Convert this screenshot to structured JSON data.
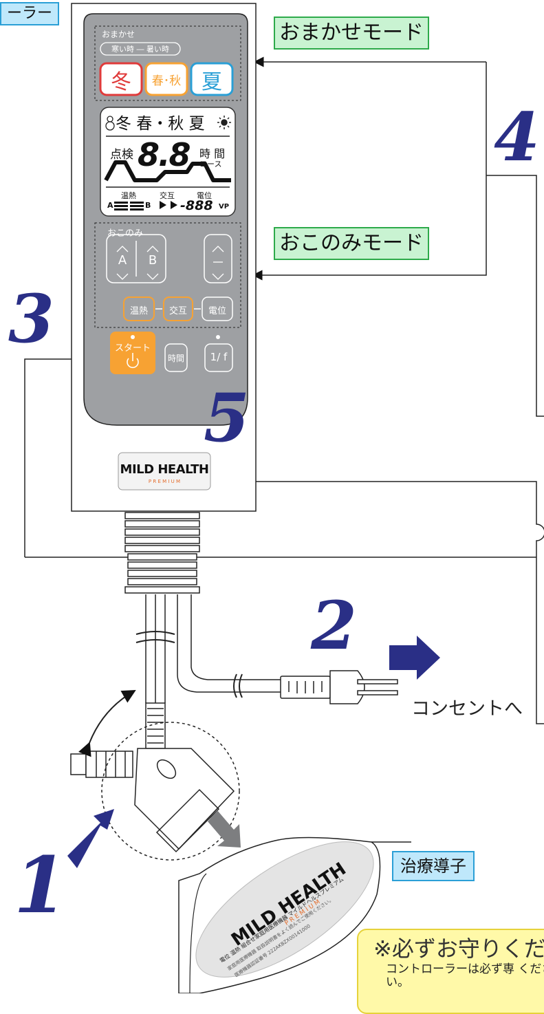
{
  "labels": {
    "controller_tag": "ーラー",
    "omakase_mode": "おまかせモード",
    "okonomi_mode": "おこのみモード",
    "therapy_pad": "治療導子",
    "outlet": "コンセントへ"
  },
  "steps": {
    "n1": "1",
    "n2": "2",
    "n3": "3",
    "n4": "4",
    "n5": "5"
  },
  "controller": {
    "omakase_header": "おまかせ",
    "season_range": "寒い時 ― 暑い時",
    "btn_winter": "冬",
    "btn_spring_autumn": "春･秋",
    "btn_summer": "夏",
    "lcd_seasons": "冬 春・秋 夏",
    "lcd_check": "点検",
    "lcd_digits": "8.8",
    "lcd_time": "時 間",
    "lcd_course": "コース",
    "lcd_heat": "温熱",
    "lcd_alternate": "交互",
    "lcd_potential": "電位",
    "lcd_a": "A",
    "lcd_b": "B",
    "lcd_potential_value": "-888",
    "lcd_vp": "VP",
    "okonomi_header": "おこのみ",
    "btn_a": "A",
    "btn_b": "B",
    "btn_heat": "温熱",
    "btn_alternate": "交互",
    "btn_potential": "電位",
    "btn_start": "スタート",
    "btn_time": "時間",
    "btn_1f": "1/ f",
    "brand": "MILD HEALTH",
    "brand_sub": "P R E M I U M"
  },
  "pad": {
    "brand": "MILD HEALTH",
    "brand_sub": "P R E M I U M",
    "label_line1": "電位 温熱 組合せ家庭用医療機器 マイルドヘルスプレミアム",
    "label_line2": "家庭用医療機器 取扱説明書をよく読んでご使用ください。",
    "label_line3": "医療機器認証番号 222AKBZX00141000"
  },
  "notice": {
    "title": "※必ずお守りくだ",
    "text": "コントローラーは必ず専 ください。"
  },
  "colors": {
    "controller_panel": "#9ea0a3",
    "orange": "#f7a233",
    "winter_red": "#e03a3a",
    "summer_blue": "#2a9fd6",
    "step_navy": "#2a2f86",
    "tag_blue": "#bfe8fb",
    "tag_green": "#c9f3d2",
    "notice_yellow": "#fff9a8"
  },
  "icons": [
    "snowman-icon",
    "sun-icon",
    "power-icon",
    "arrow-right-icon",
    "plug-icon",
    "rotate-arrow-icon"
  ]
}
